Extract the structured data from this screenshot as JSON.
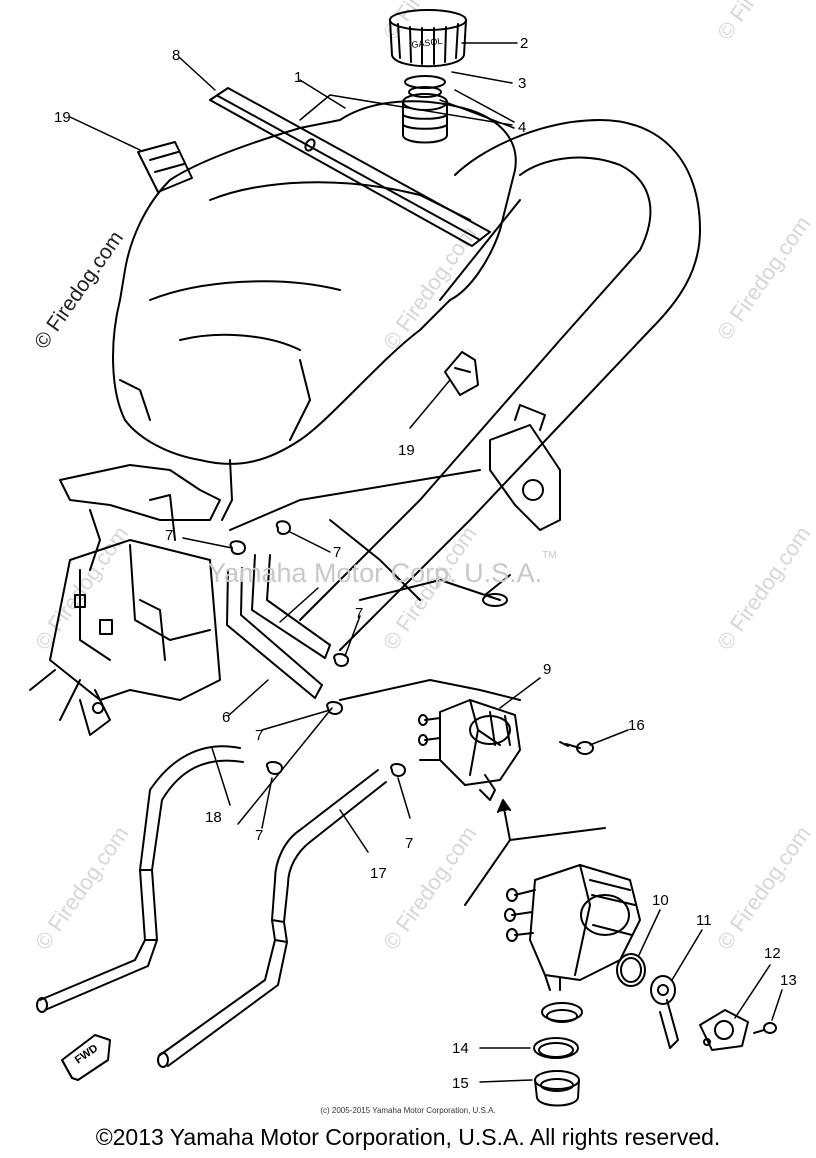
{
  "diagram": {
    "callouts": [
      "1",
      "2",
      "3",
      "4",
      "6",
      "7",
      "8",
      "9",
      "10",
      "11",
      "12",
      "13",
      "14",
      "15",
      "16",
      "17",
      "18",
      "19"
    ],
    "fwd_label": "FWD",
    "cap_text": "GASOL"
  },
  "watermarks": {
    "site": "© Firedog.com",
    "center": "Yamaha Motor Corp. U.S.A.",
    "tm": "TM"
  },
  "footer": {
    "small_copyright": "(c) 2005-2015 Yamaha Motor Corporation, U.S.A.",
    "copyright": "©2013 Yamaha Motor Corporation, U.S.A. All rights reserved."
  }
}
